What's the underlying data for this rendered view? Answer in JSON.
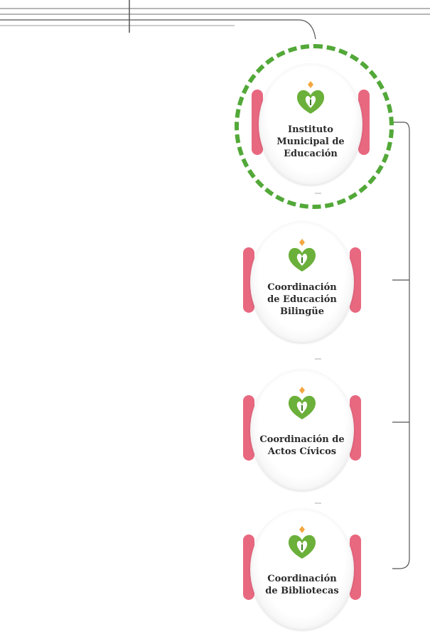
{
  "diagram": {
    "highlight_color": "#52a838",
    "bracket_color": "#e86880",
    "logo_colors": {
      "leaf": "#6bb03a",
      "leaf_dark": "#3e7a26",
      "sun": "#f4a640"
    },
    "nodes": [
      {
        "label_lines": [
          "Instituto",
          "Municipal de",
          "Educación"
        ],
        "icon": "sprout-logo-icon",
        "highlighted": true
      },
      {
        "label_lines": [
          "Coordinación",
          "de Educación",
          "Bilingüe"
        ],
        "icon": "sprout-logo-icon",
        "highlighted": false
      },
      {
        "label_lines": [
          "Coordinación de",
          "Actos Cívicos"
        ],
        "icon": "sprout-logo-icon",
        "highlighted": false
      },
      {
        "label_lines": [
          "Coordinación",
          "de Bibliotecas"
        ],
        "icon": "sprout-logo-icon",
        "highlighted": false
      }
    ]
  }
}
